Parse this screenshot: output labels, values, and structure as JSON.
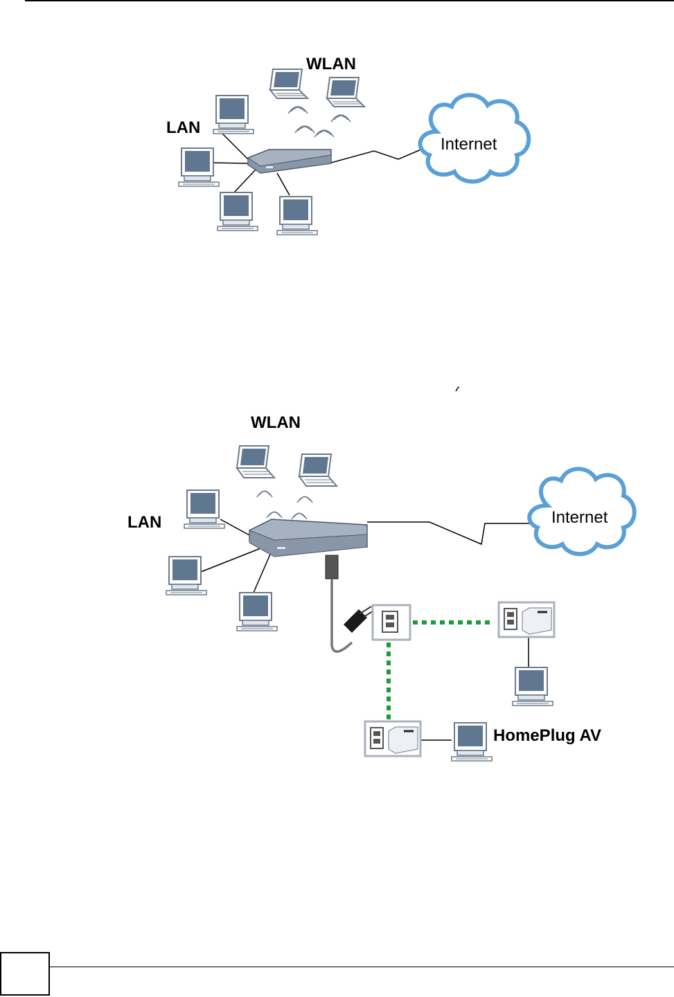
{
  "diagram_1": {
    "labels": {
      "wlan": "WLAN",
      "lan": "LAN",
      "internet": "Internet"
    }
  },
  "diagram_2": {
    "labels": {
      "wlan": "WLAN",
      "lan": "LAN",
      "internet": "Internet",
      "homeplug": "HomePlug AV"
    }
  },
  "colors": {
    "router": "#a6b2c2",
    "router_dark": "#6f7e92",
    "cloud_fill": "#ffffff",
    "cloud_stroke": "#5aa0d8",
    "powerline": "#1f9a3a",
    "screen": "#5f7790"
  },
  "footer": {
    "page_number": ""
  }
}
